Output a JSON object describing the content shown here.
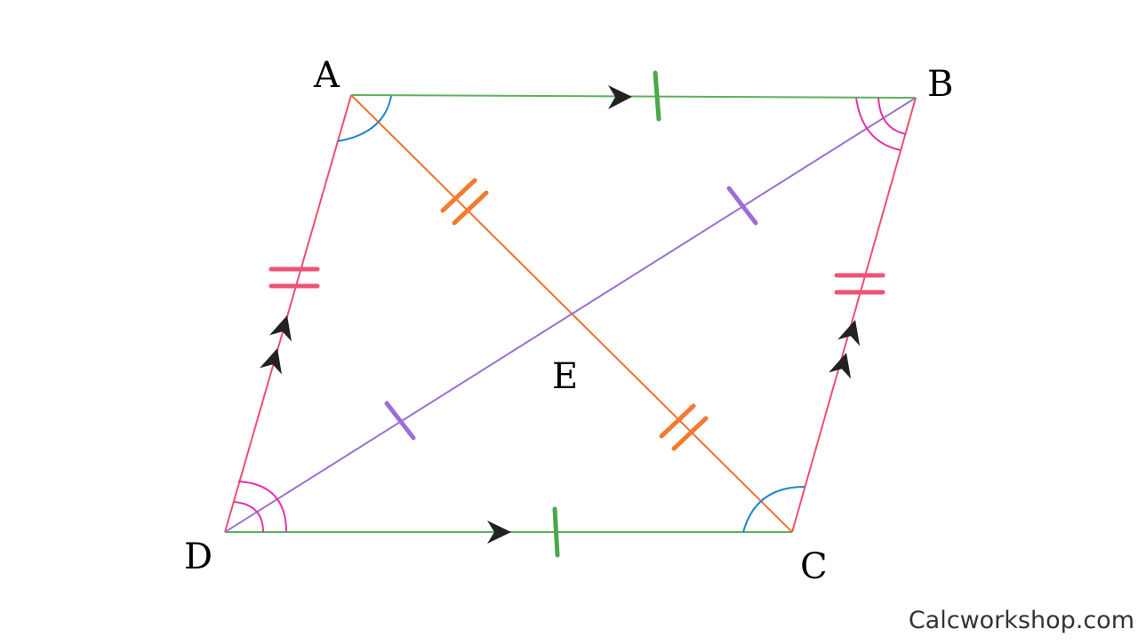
{
  "figure": {
    "vertex_labels": {
      "A": "A",
      "B": "B",
      "C": "C",
      "D": "D",
      "E": "E"
    },
    "watermark": "Calcworkshop.com"
  },
  "colors": {
    "parallel_side_ab_dc": "#5cb15c",
    "side_ad_bc": "#eb5070",
    "diagonal_ac": "#f0712e",
    "diagonal_bd": "#9b6fd4",
    "angle_a_c": "#1f86c9",
    "angle_b_d": "#e532a6",
    "tick_ab_dc": "#4aa74a",
    "tick_ad_bc": "#ee5375",
    "tick_ac": "#f47a30",
    "tick_bd": "#9b6fd4",
    "arrow": "#222222"
  },
  "icons": {
    "parallel_arrow": "chevron-arrowhead"
  }
}
